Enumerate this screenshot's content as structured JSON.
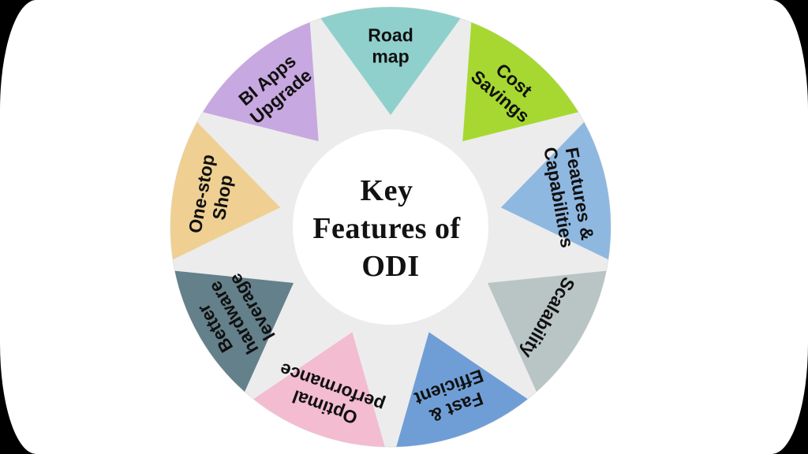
{
  "center": {
    "lines": [
      "Key",
      "Features of",
      "ODI"
    ]
  },
  "segments": [
    {
      "id": "road-map",
      "lines": [
        "Road",
        "map"
      ],
      "color": "#8fd0cc"
    },
    {
      "id": "cost-savings",
      "lines": [
        "Cost",
        "Savings"
      ],
      "color": "#a6d831"
    },
    {
      "id": "features-capabilities",
      "lines": [
        "Features &",
        "Capabilities"
      ],
      "color": "#8fb8e0"
    },
    {
      "id": "scalability",
      "lines": [
        "Scalability"
      ],
      "color": "#b9c4c4"
    },
    {
      "id": "fast-efficient",
      "lines": [
        "Fast &",
        "Efficient"
      ],
      "color": "#6f9ed6"
    },
    {
      "id": "optimal-performance",
      "lines": [
        "Optimal",
        "performance"
      ],
      "color": "#f3bcd0"
    },
    {
      "id": "better-hardware-leverage",
      "lines": [
        "Better",
        "hardware",
        "leverage"
      ],
      "color": "#64808a"
    },
    {
      "id": "one-stop-shop",
      "lines": [
        "One-stop",
        "Shop"
      ],
      "color": "#efd092"
    },
    {
      "id": "bi-apps-upgrade",
      "lines": [
        "BI Apps",
        "Upgrade"
      ],
      "color": "#c8a8e0"
    }
  ],
  "colors": {
    "base_ring": "#ececec",
    "center_fill": "#ffffff",
    "background": "#ffffff",
    "frame": "#000000",
    "text": "#111111"
  }
}
